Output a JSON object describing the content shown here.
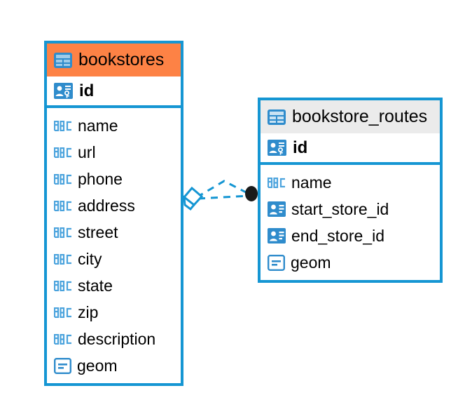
{
  "diagram": {
    "title": "bookstores / bookstore_routes entity relationship diagram",
    "background_color": "#ffffff",
    "accent_color": "#1596d3",
    "highlight_color": "#fd8245",
    "neutral_header_color": "#ebebeb",
    "endpoint_color": "#1a1a1a"
  },
  "tables": [
    {
      "name": "bookstores",
      "header_icon": "table-icon",
      "header_style": "orange",
      "primary_key": {
        "label": "id",
        "icon": "primary-key-icon"
      },
      "fields": [
        {
          "label": "name",
          "icon": "abc-text-icon"
        },
        {
          "label": "url",
          "icon": "abc-text-icon"
        },
        {
          "label": "phone",
          "icon": "abc-text-icon"
        },
        {
          "label": "address",
          "icon": "abc-text-icon"
        },
        {
          "label": "street",
          "icon": "abc-text-icon"
        },
        {
          "label": "city",
          "icon": "abc-text-icon"
        },
        {
          "label": "state",
          "icon": "abc-text-icon"
        },
        {
          "label": "zip",
          "icon": "abc-text-icon"
        },
        {
          "label": "description",
          "icon": "abc-text-icon"
        },
        {
          "label": "geom",
          "icon": "geometry-icon"
        }
      ]
    },
    {
      "name": "bookstore_routes",
      "header_icon": "table-icon",
      "header_style": "grey",
      "primary_key": {
        "label": "id",
        "icon": "primary-key-icon"
      },
      "fields": [
        {
          "label": "name",
          "icon": "abc-text-icon"
        },
        {
          "label": "start_store_id",
          "icon": "foreign-key-icon"
        },
        {
          "label": "end_store_id",
          "icon": "foreign-key-icon"
        },
        {
          "label": "geom",
          "icon": "geometry-icon"
        }
      ]
    }
  ],
  "relationship": {
    "source_table": "bookstores",
    "target_table": "bookstore_routes",
    "source_marker": "diamond-marker",
    "target_marker": "filled-circle-marker",
    "line_style": "dashed",
    "line_color": "#1596d3"
  }
}
